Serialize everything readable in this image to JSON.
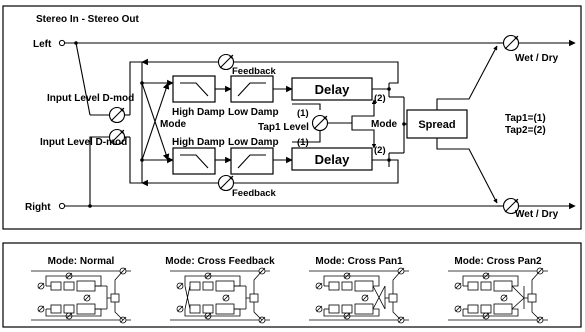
{
  "title": "Stereo In - Stereo Out",
  "inputs": {
    "left": "Left",
    "right": "Right"
  },
  "labels": {
    "input_level_top": "Input Level D-mod",
    "input_level_bottom": "Input Level D-mod",
    "mode_left": "Mode",
    "mode_right": "Mode",
    "feedback_top": "Feedback",
    "feedback_bottom": "Feedback",
    "high_damp_top": "High Damp",
    "low_damp_top": "Low Damp",
    "high_damp_bottom": "High Damp",
    "low_damp_bottom": "Low Damp",
    "delay_top": "Delay",
    "delay_bottom": "Delay",
    "tap1_level": "Tap1 Level",
    "tap_mark_1_top": "(1)",
    "tap_mark_2_top": "(2)",
    "tap_mark_1_bottom": "(1)",
    "tap_mark_2_bottom": "(2)",
    "spread": "Spread",
    "tap1_legend": "Tap1=(1)",
    "tap2_legend": "Tap2=(2)",
    "wet_dry_top": "Wet / Dry",
    "wet_dry_bottom": "Wet / Dry"
  },
  "modes": [
    {
      "label": "Mode: Normal"
    },
    {
      "label": "Mode: Cross Feedback"
    },
    {
      "label": "Mode: Cross Pan1"
    },
    {
      "label": "Mode: Cross Pan2"
    }
  ]
}
